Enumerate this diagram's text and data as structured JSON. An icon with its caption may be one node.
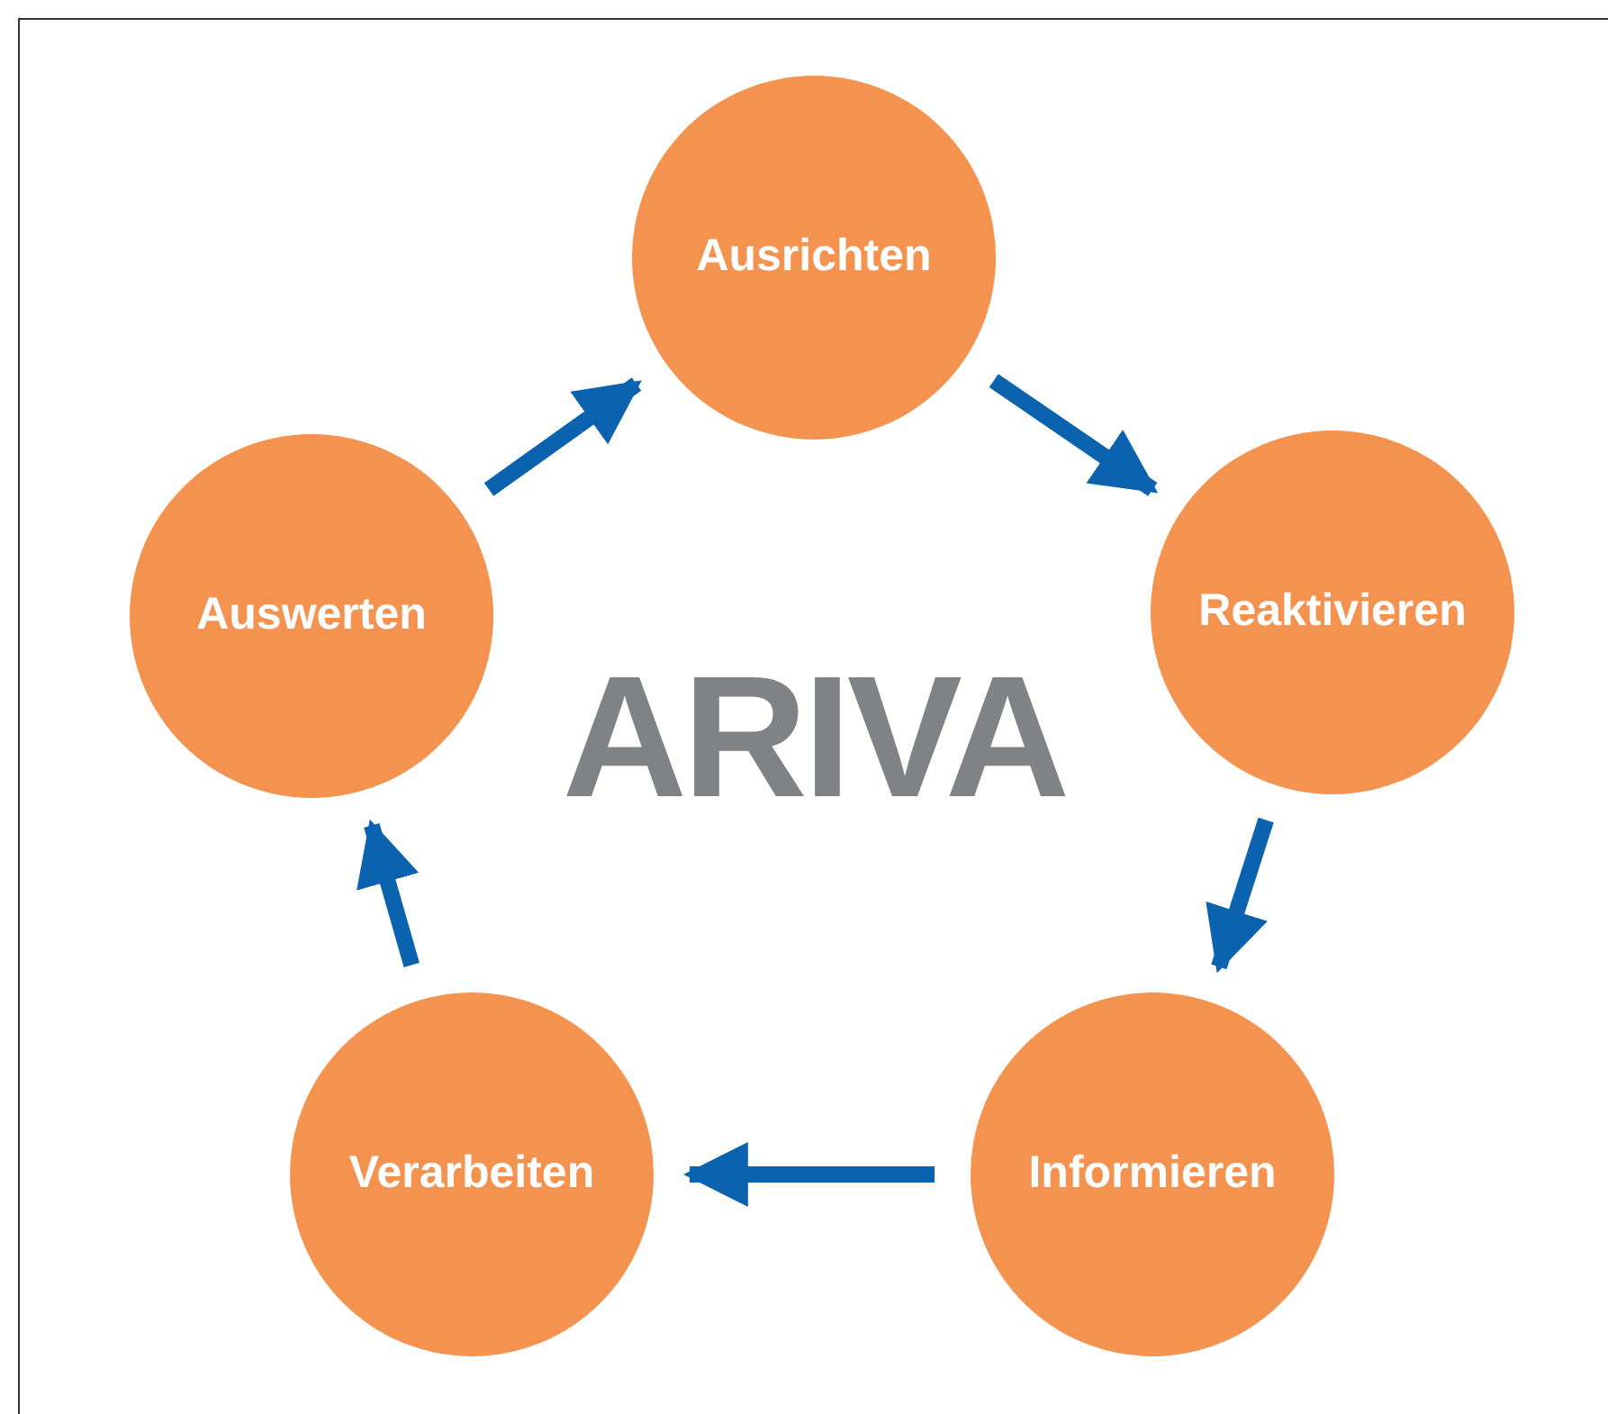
{
  "diagram": {
    "nodes": [
      {
        "text": [
          "Ausrichten"
        ]
      },
      {
        "text": [
          "Reaktivieren"
        ]
      },
      {
        "text": [
          "Informieren"
        ]
      },
      {
        "text": [
          "Verarbeiten"
        ]
      },
      {
        "text": [
          "Auswerten"
        ]
      }
    ],
    "edges": [
      {
        "from": 0,
        "to": 1,
        "arrow": "to"
      },
      {
        "from": 1,
        "to": 2,
        "arrow": "to"
      },
      {
        "from": 2,
        "to": 3,
        "arrow": "to"
      },
      {
        "from": 3,
        "to": 4,
        "arrow": "to"
      },
      {
        "from": 4,
        "to": 0,
        "arrow": "to"
      }
    ],
    "labels": [
      "ARIVA"
    ]
  }
}
